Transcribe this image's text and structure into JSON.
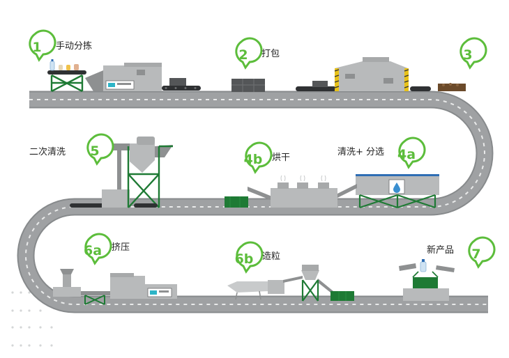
{
  "colors": {
    "accent_green": "#5cbd3b",
    "machine_green": "#1e7a34",
    "track_gray": "#9fa1a3",
    "track_edge": "#878a8c",
    "machine_gray": "#b8babb",
    "dark_gray": "#545658",
    "belt": "#2f3133",
    "hazard_yellow": "#e8c21a",
    "blue_panel": "#2e6db4",
    "cyan_panel": "#2db4c7",
    "brown_bale": "#6b4a2a"
  },
  "steps": [
    {
      "id": "1",
      "label": "手动分拣",
      "icon": "speech-bubble-icon"
    },
    {
      "id": "2",
      "label": "打包",
      "icon": "speech-bubble-icon"
    },
    {
      "id": "3",
      "label": "",
      "icon": "speech-bubble-icon"
    },
    {
      "id": "4a",
      "label": "清洗+ 分选",
      "icon": "speech-bubble-icon"
    },
    {
      "id": "4b",
      "label": "烘干",
      "icon": "speech-bubble-icon"
    },
    {
      "id": "5",
      "label": "二次清洗",
      "icon": "speech-bubble-icon"
    },
    {
      "id": "6a",
      "label": "挤压",
      "icon": "speech-bubble-icon"
    },
    {
      "id": "6b",
      "label": "造粒",
      "icon": "speech-bubble-icon"
    },
    {
      "id": "7",
      "label": "新产品",
      "icon": "speech-bubble-icon"
    }
  ],
  "icons": {
    "water_drop": "water-drop-icon",
    "bottle": "bottle-icon"
  }
}
